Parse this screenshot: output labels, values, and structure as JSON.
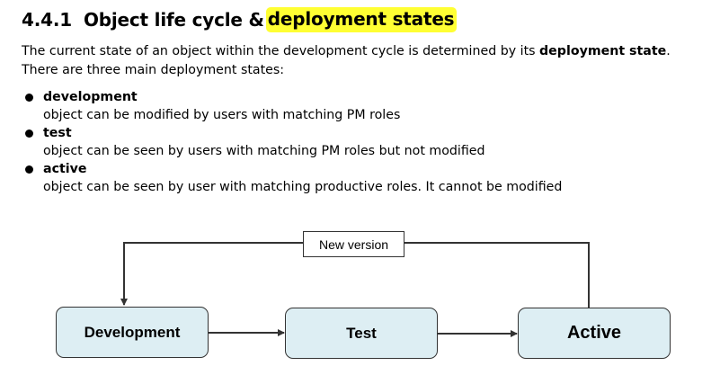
{
  "section": {
    "number": "4.4.1",
    "title_plain": "Object life cycle &",
    "title_highlight": "deployment states"
  },
  "intro": {
    "before": "The current state of an object within the development cycle is determined by its ",
    "bold": "deployment state",
    "after": ". There are three main deployment states:"
  },
  "states": [
    {
      "title": "development",
      "description": "object can be modified by users with matching PM roles"
    },
    {
      "title": "test",
      "description": "object can be seen by users with matching PM roles but not modified"
    },
    {
      "title": "active",
      "description": "object can be seen by user with matching productive roles. It cannot be modified"
    }
  ],
  "diagram": {
    "boxes": [
      "Development",
      "Test",
      "Active"
    ],
    "loop_label": "New version",
    "colors": {
      "box_fill": "#ddeef3",
      "stroke": "#333333",
      "highlight": "#ffff33"
    }
  }
}
